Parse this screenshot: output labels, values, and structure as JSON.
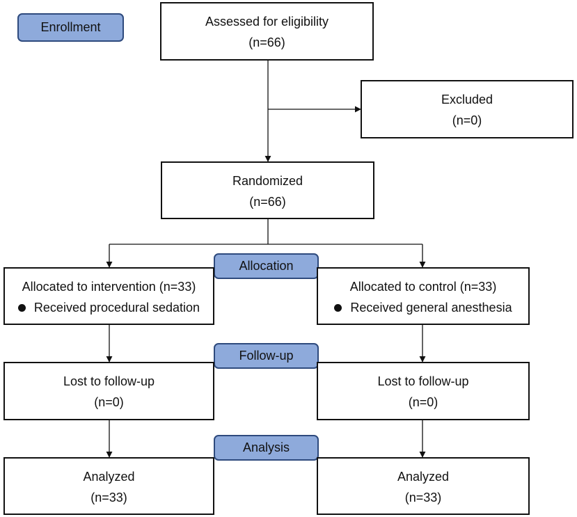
{
  "stages": {
    "enrollment": "Enrollment",
    "allocation": "Allocation",
    "follow_up": "Follow-up",
    "analysis": "Analysis"
  },
  "assessed": {
    "label": "Assessed for eligibility",
    "count": "(n=66)"
  },
  "excluded": {
    "label": "Excluded",
    "count": "(n=0)"
  },
  "randomized": {
    "label": "Randomized",
    "count": "(n=66)"
  },
  "intervention": {
    "allocated": "Allocated to intervention (n=33)",
    "received": "Received procedural sedation",
    "lost_label": "Lost to follow-up",
    "lost_count": "(n=0)",
    "analyzed_label": "Analyzed",
    "analyzed_count": "(n=33)"
  },
  "control": {
    "allocated": "Allocated to control (n=33)",
    "received": "Received general anesthesia",
    "lost_label": "Lost to follow-up",
    "lost_count": "(n=0)",
    "analyzed_label": "Analyzed",
    "analyzed_count": "(n=33)"
  }
}
